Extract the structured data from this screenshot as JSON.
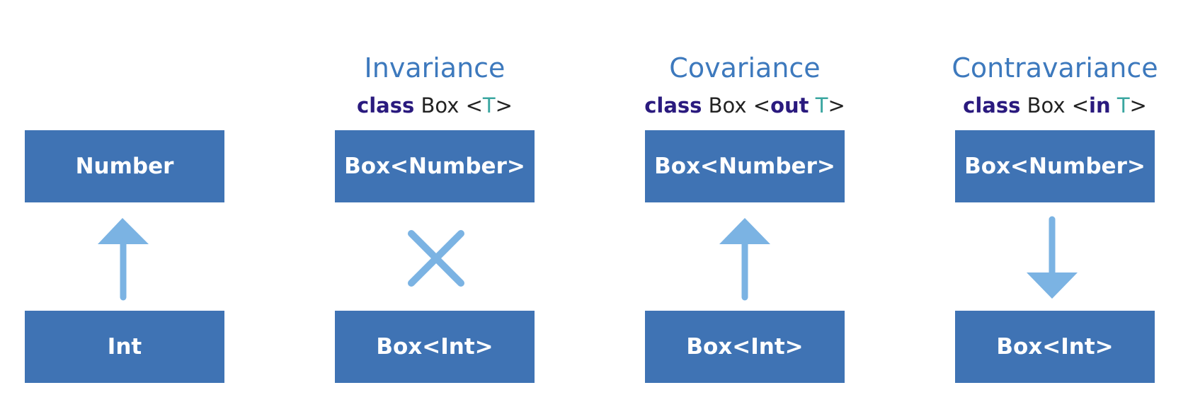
{
  "colors": {
    "box_fill": "#3f73b4",
    "box_text": "#ffffff",
    "title": "#3d79bd",
    "keyword": "#2a1a7e",
    "type_param": "#3aa6a0",
    "arrow": "#7bb3e3"
  },
  "panels": [
    {
      "title": "",
      "declaration": null,
      "top_box": "Number",
      "bottom_box": "Int",
      "connector": "up-arrow-icon"
    },
    {
      "title": "Invariance",
      "declaration": {
        "keyword": "class",
        "name": " Box <",
        "modifier": "",
        "type_param": "T",
        "close": ">"
      },
      "top_box": "Box<Number>",
      "bottom_box": "Box<Int>",
      "connector": "cross-icon"
    },
    {
      "title": "Covariance",
      "declaration": {
        "keyword": "class",
        "name": " Box <",
        "modifier": "out",
        "type_param": " T",
        "close": ">"
      },
      "top_box": "Box<Number>",
      "bottom_box": "Box<Int>",
      "connector": "up-arrow-icon"
    },
    {
      "title": "Contravariance",
      "declaration": {
        "keyword": "class",
        "name": " Box <",
        "modifier": "in",
        "type_param": " T",
        "close": ">"
      },
      "top_box": "Box<Number>",
      "bottom_box": "Box<Int>",
      "connector": "down-arrow-icon"
    }
  ]
}
